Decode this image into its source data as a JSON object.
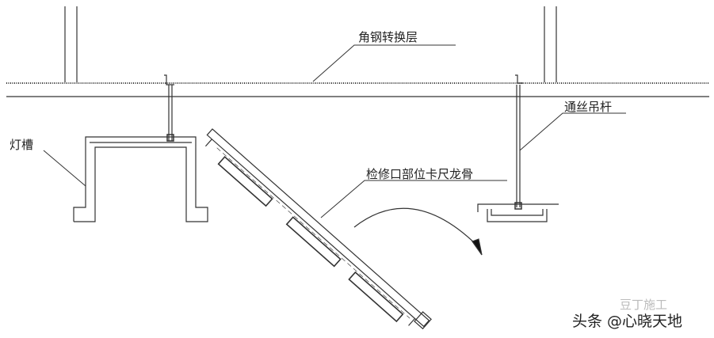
{
  "labels": {
    "transfer_layer": "角钢转换层",
    "threaded_rod": "通丝吊杆",
    "light_trough": "灯槽",
    "access_keel": "检修口部位卡尺龙骨"
  },
  "watermark": {
    "source": "豆丁施工",
    "author": "头条 @心晓天地"
  },
  "colors": {
    "line": "#333333"
  }
}
